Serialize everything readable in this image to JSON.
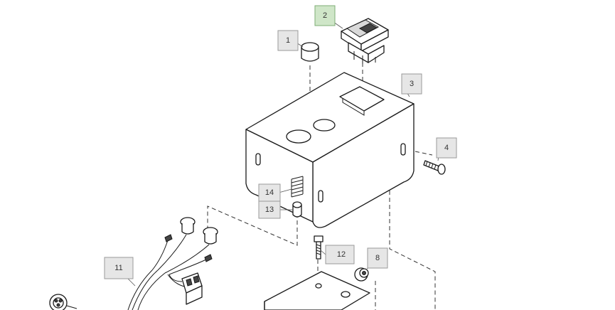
{
  "diagram": {
    "callouts": [
      {
        "id": "1",
        "label": "1",
        "highlighted": false
      },
      {
        "id": "2",
        "label": "2",
        "highlighted": true
      },
      {
        "id": "3",
        "label": "3",
        "highlighted": false
      },
      {
        "id": "4",
        "label": "4",
        "highlighted": false
      },
      {
        "id": "8",
        "label": "8",
        "highlighted": false
      },
      {
        "id": "11",
        "label": "11",
        "highlighted": false
      },
      {
        "id": "12",
        "label": "12",
        "highlighted": false
      },
      {
        "id": "13",
        "label": "13",
        "highlighted": false
      },
      {
        "id": "14",
        "label": "14",
        "highlighted": false
      }
    ],
    "colors": {
      "callout_fill": "#e6e6e6",
      "callout_highlight_fill": "#cfe6c8",
      "line": "#1a1a1a"
    }
  }
}
